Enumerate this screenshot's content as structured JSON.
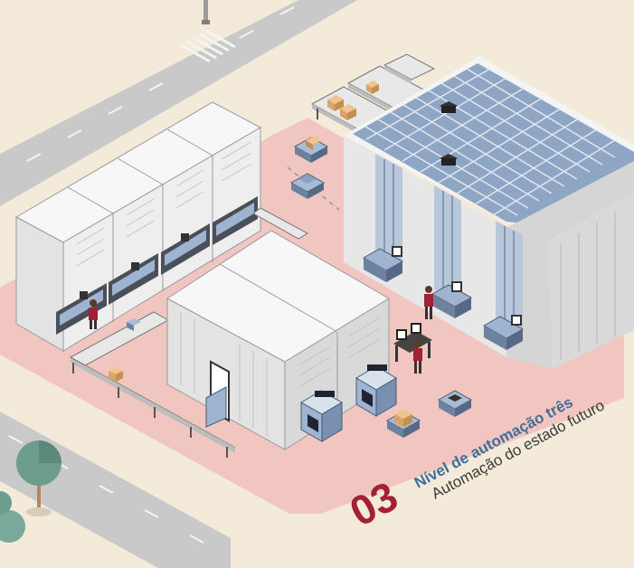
{
  "caption": {
    "number": "03",
    "title": "Nível de automação três",
    "subtitle": "Automação do estado futuro"
  },
  "colors": {
    "background": "#f3ead9",
    "road": "#c9c9c9",
    "floor": "#f2c6c0",
    "building_light": "#f4f4f4",
    "building_mid": "#e4e4e4",
    "building_dark": "#cfcfcf",
    "solar_blue": "#8fa5c4",
    "accent_red": "#a32035",
    "title_blue": "#3f6e98",
    "text_dark": "#3a3a3a",
    "box": "#e2b27a",
    "tree": "#6c9c8c"
  }
}
